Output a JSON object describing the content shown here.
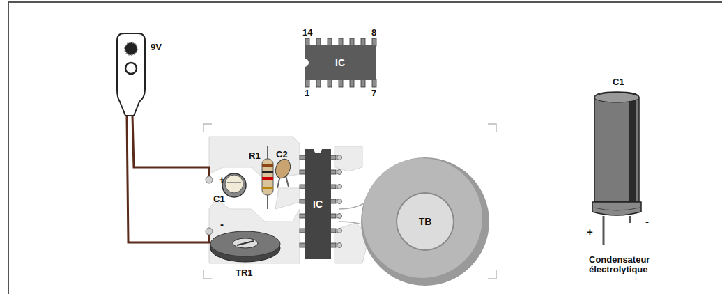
{
  "diagram": {
    "nodes": [
      {
        "text": [
          "IC"
        ]
      },
      {
        "text": [
          "IC"
        ]
      },
      {
        "text": [
          "TB"
        ]
      }
    ],
    "labels": [
      "9V",
      "14",
      "8",
      "1",
      "7",
      "R1",
      "C2",
      "C1",
      "+",
      "-",
      "TR1",
      "C1",
      "+",
      "-",
      "Condensateur électrolytique"
    ]
  }
}
